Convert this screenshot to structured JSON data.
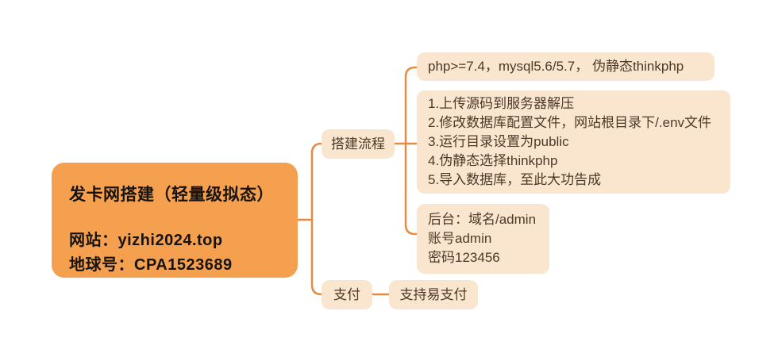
{
  "colors": {
    "root_bg": "#F5A04E",
    "child_bg": "#FAE6CF",
    "child_text": "#4D3928",
    "root_text": "#171310",
    "connector_line": "#E68A43",
    "canvas_bg": "#FFFFFF"
  },
  "mindmap": {
    "root": {
      "title": "发卡网搭建（轻量级拟态）",
      "website": "网站：yizhi2024.top",
      "contact": "地球号：CPA1523689"
    },
    "branches": [
      {
        "label": "搭建流程",
        "children": [
          {
            "text": "php>=7.4，mysql5.6/5.7， 伪静态thinkphp"
          },
          {
            "lines": [
              "1.上传源码到服务器解压",
              "2.修改数据库配置文件，网站根目录下/.env文件",
              "3.运行目录设置为public",
              "4.伪静态选择thinkphp",
              "5.导入数据库，至此大功告成"
            ]
          },
          {
            "lines": [
              "后台：域名/admin",
              "账号admin",
              "密码123456"
            ]
          }
        ]
      },
      {
        "label": "支付",
        "children": [
          {
            "text": "支持易支付"
          }
        ]
      }
    ]
  }
}
